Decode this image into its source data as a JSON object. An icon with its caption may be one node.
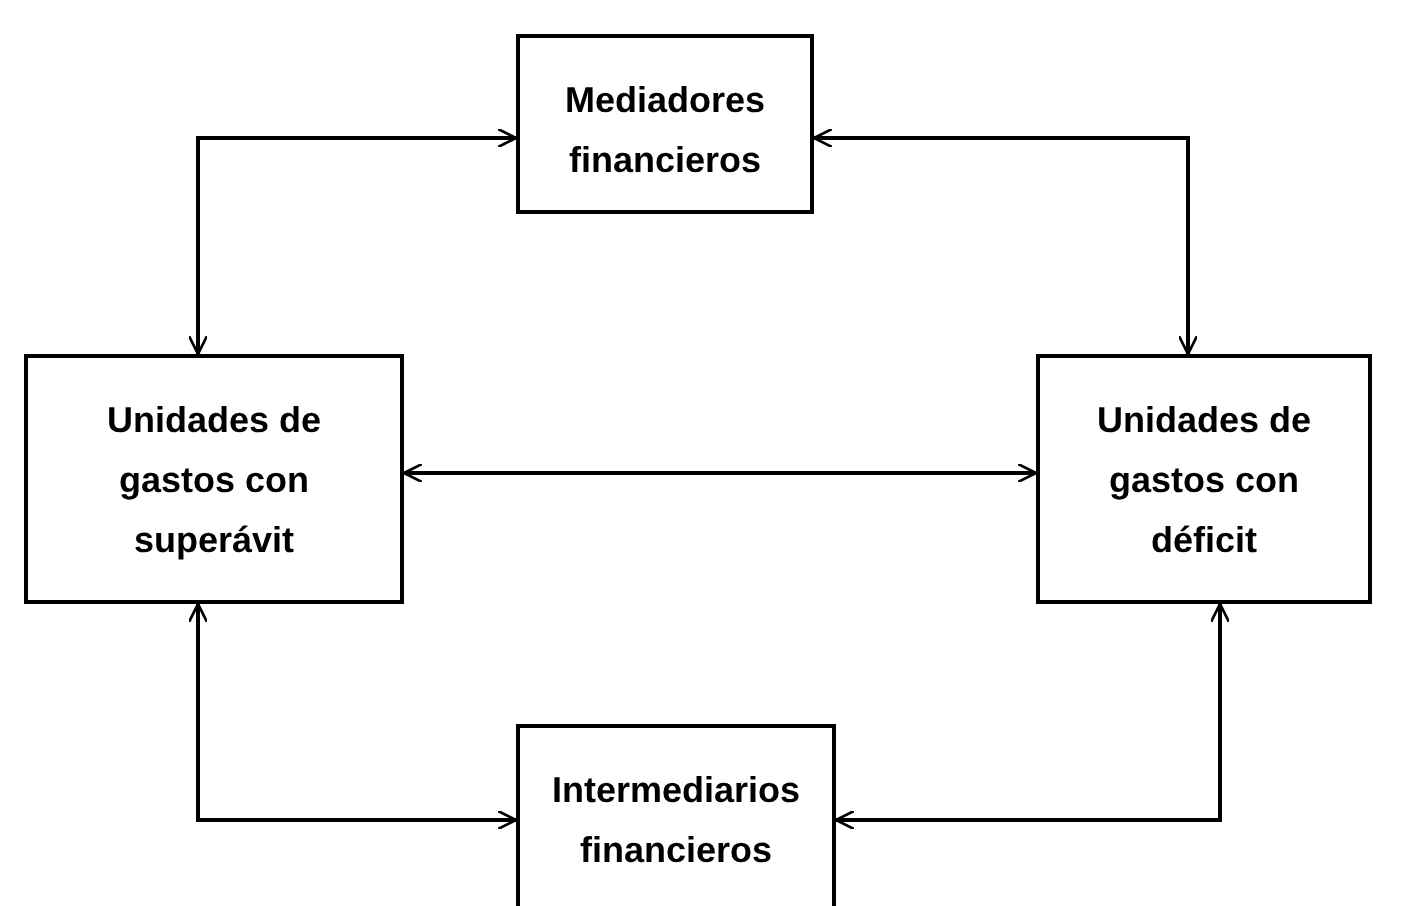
{
  "diagram": {
    "nodes": [
      {
        "text": [
          "Mediadores financieros"
        ]
      },
      {
        "text": [
          "Unidades de gastos con superávit"
        ]
      },
      {
        "text": [
          "Unidades de gastos con déficit"
        ]
      },
      {
        "text": [
          "Intermediarios financieros"
        ]
      }
    ],
    "edges": [
      {
        "from": 0,
        "to": 1,
        "arrow": "both"
      },
      {
        "from": 0,
        "to": 2,
        "arrow": "both"
      },
      {
        "from": 1,
        "to": 2,
        "arrow": "both"
      },
      {
        "from": 1,
        "to": 3,
        "arrow": "both"
      },
      {
        "from": 2,
        "to": 3,
        "arrow": "both"
      }
    ]
  }
}
